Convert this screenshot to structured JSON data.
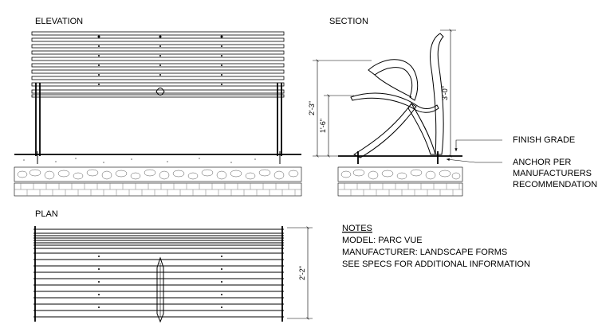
{
  "views": {
    "elevation": "ELEVATION",
    "section": "SECTION",
    "plan": "PLAN"
  },
  "dimensions": {
    "overall_height": "3'-0\"",
    "back_height": "2'-3\"",
    "seat_height": "1'-6\"",
    "plan_depth": "2'-2\""
  },
  "callouts": {
    "finish_grade": "FINISH GRADE",
    "anchor": [
      "ANCHOR PER",
      "MANUFACTURERS",
      "RECOMMENDATION"
    ]
  },
  "notes": {
    "heading": "NOTES",
    "lines": [
      "MODEL: PARC VUE",
      "MANUFACTURER: LANDSCAPE FORMS",
      "SEE SPECS FOR ADDITIONAL INFORMATION"
    ]
  }
}
